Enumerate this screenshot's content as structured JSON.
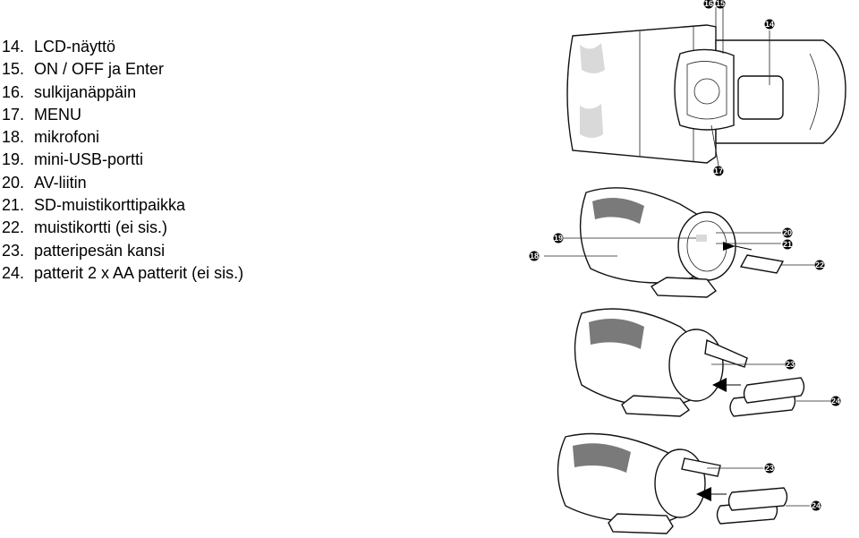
{
  "legend": [
    {
      "num": "14.",
      "text": "LCD-näyttö"
    },
    {
      "num": "15.",
      "text": "ON / OFF ja Enter"
    },
    {
      "num": "16.",
      "text": "sulkijanäppäin"
    },
    {
      "num": "17.",
      "text": "MENU"
    },
    {
      "num": "18.",
      "text": "mikrofoni"
    },
    {
      "num": "19.",
      "text": "mini-USB-portti"
    },
    {
      "num": "20.",
      "text": "AV-liitin"
    },
    {
      "num": "21.",
      "text": "SD-muistikorttipaikka"
    },
    {
      "num": "22.",
      "text": "muistikortti (ei sis.)"
    },
    {
      "num": "23.",
      "text": "patteripesän kansi"
    },
    {
      "num": "24.",
      "text": "patterit 2 x AA patterit (ei sis.)"
    }
  ],
  "callouts": {
    "c16": "16",
    "c15": "15",
    "c14": "14",
    "c17": "17",
    "c19": "19",
    "c18": "18",
    "c20": "20",
    "c21": "21",
    "c22": "22",
    "c23a": "23",
    "c24a": "24",
    "c23b": "23",
    "c24b": "24"
  }
}
